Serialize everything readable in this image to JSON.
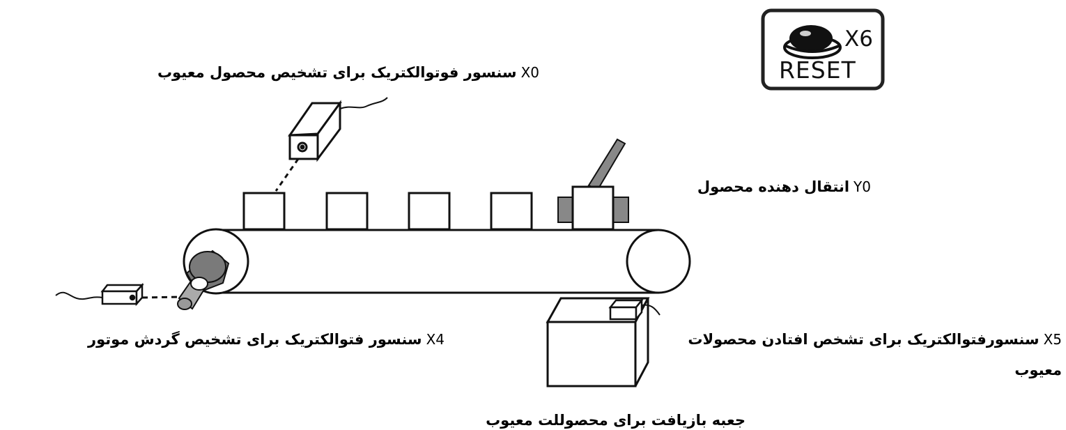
{
  "reset_button": {
    "code": "X6",
    "label": "RESET"
  },
  "labels": {
    "x0": {
      "code": "X0",
      "text": "سنسور فوتوالکتریک برای تشخیص محصول معیوب"
    },
    "y0": {
      "code": "Y0",
      "text": "انتقال دهنده محصول"
    },
    "x4": {
      "code": "X4",
      "text": "سنسور فتوالکتریک برای تشخیص گردش موتور"
    },
    "x5": {
      "code": "X5",
      "text": "سنسورفتوالکتریک برای تشخص افتادن محصولات",
      "text2": "معیوب"
    },
    "bin": {
      "text": "جعبه بازیافت برای محصوللت معیوب"
    }
  }
}
